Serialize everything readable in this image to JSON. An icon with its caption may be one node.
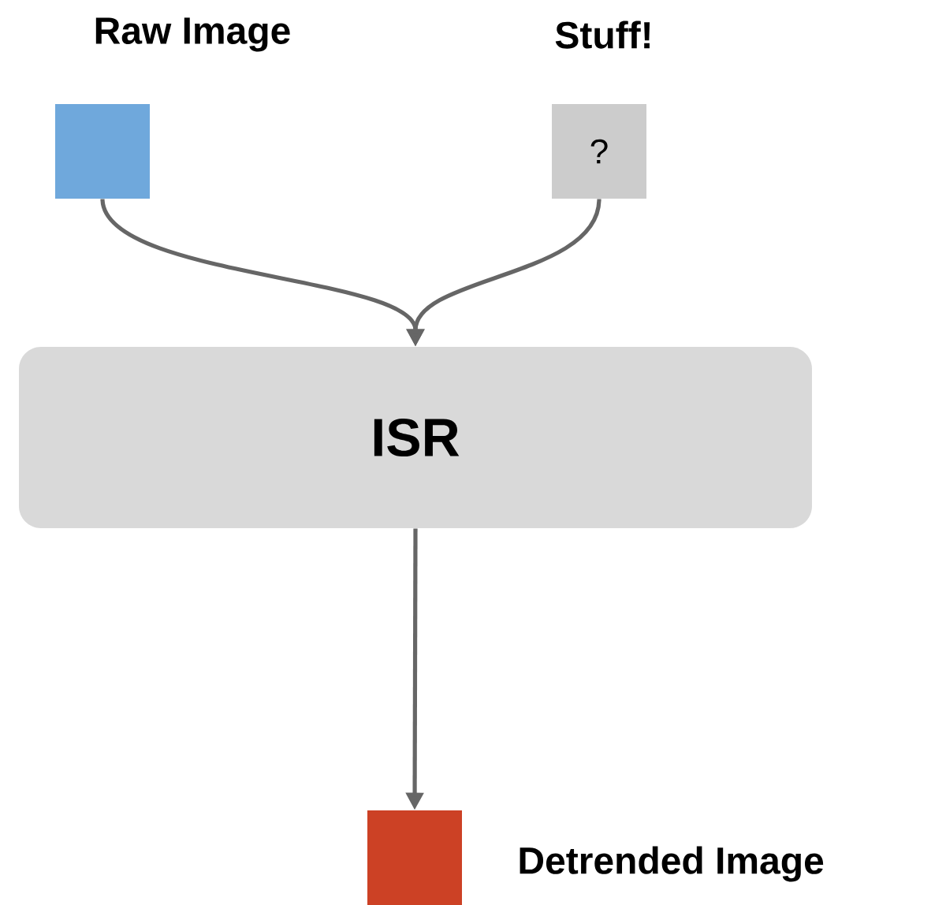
{
  "diagram": {
    "nodes": [
      {
        "text": [],
        "shape": "box",
        "beside": [
          "Raw Image"
        ]
      },
      {
        "text": [
          "?"
        ],
        "beside": [
          "Stuff!"
        ]
      },
      {
        "text": [
          "ISR"
        ]
      },
      {
        "text": [],
        "shape": "box",
        "beside": [
          "Detrended Image"
        ]
      }
    ],
    "edges": [
      {
        "from": 0,
        "to": 2,
        "arrow": "to"
      },
      {
        "from": 1,
        "to": 2,
        "arrow": "to"
      },
      {
        "from": 2,
        "to": 3,
        "arrow": "to"
      }
    ]
  }
}
